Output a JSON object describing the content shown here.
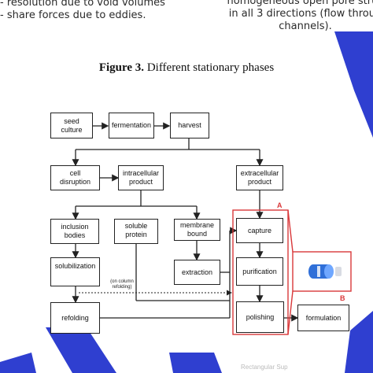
{
  "top_text": {
    "left_lines": [
      "- resolution due to void volumes",
      "- share forces due to eddies."
    ],
    "right_lines": [
      "homogeneous open pore struc",
      "in all 3 directions (flow throug",
      "channels)."
    ]
  },
  "caption": {
    "label": "Figure 3.",
    "text": " Different stationary phases"
  },
  "nodes": {
    "seed_culture": "seed\nculture",
    "fermentation": "fermentation",
    "harvest": "harvest",
    "cell_disruption": "cell\ndisruption",
    "intracellular_product": "intracellular\nproduct",
    "extracellular_product": "extracellular\nproduct",
    "inclusion_bodies": "inclusion\nbodies",
    "soluble_protein": "soluble\nprotein",
    "membrane_bound": "membrane\nbound",
    "capture": "capture",
    "solubilization": "solubilization",
    "extraction": "extraction",
    "purification": "purification",
    "refolding": "refolding",
    "polishing": "polishing",
    "formulation": "formulation"
  },
  "note": "(on column\nrefolding)",
  "labels": {
    "a": "A",
    "b": "B"
  },
  "footer_text": "Rectangular Sup",
  "colors": {
    "accent_red": "#d9383a",
    "watermark_blue": "#2f3fd0",
    "insert_blue": "#2f6fd8"
  }
}
